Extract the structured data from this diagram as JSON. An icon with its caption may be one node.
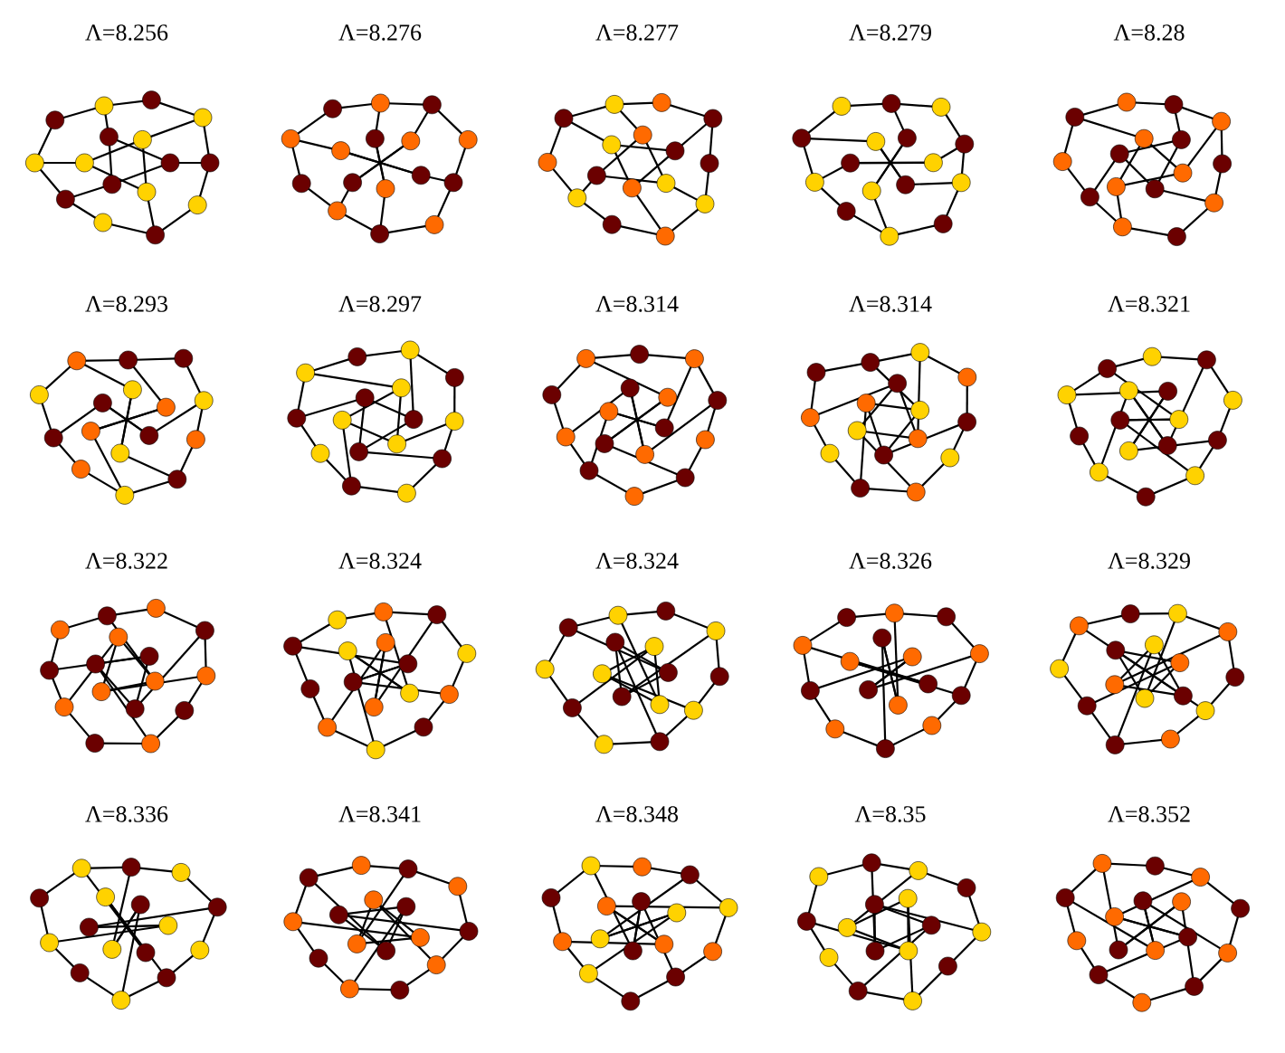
{
  "diagram": {
    "labels": [
      "Λ=8.256",
      "Λ=8.276",
      "Λ=8.277",
      "Λ=8.279",
      "Λ=8.28",
      "Λ=8.293",
      "Λ=8.297",
      "Λ=8.314",
      "Λ=8.314",
      "Λ=8.321",
      "Λ=8.322",
      "Λ=8.324",
      "Λ=8.324",
      "Λ=8.326",
      "Λ=8.329",
      "Λ=8.336",
      "Λ=8.341",
      "Λ=8.348",
      "Λ=8.35",
      "Λ=8.352"
    ]
  }
}
